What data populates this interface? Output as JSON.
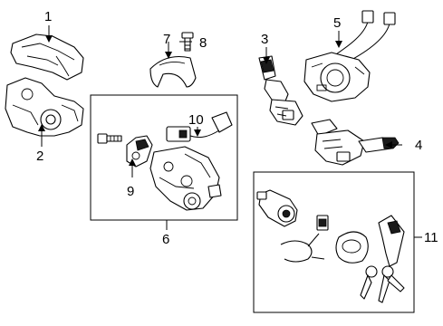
{
  "diagram": {
    "callouts": [
      "1",
      "2",
      "3",
      "4",
      "5",
      "6",
      "7",
      "8",
      "9",
      "10",
      "11"
    ]
  }
}
